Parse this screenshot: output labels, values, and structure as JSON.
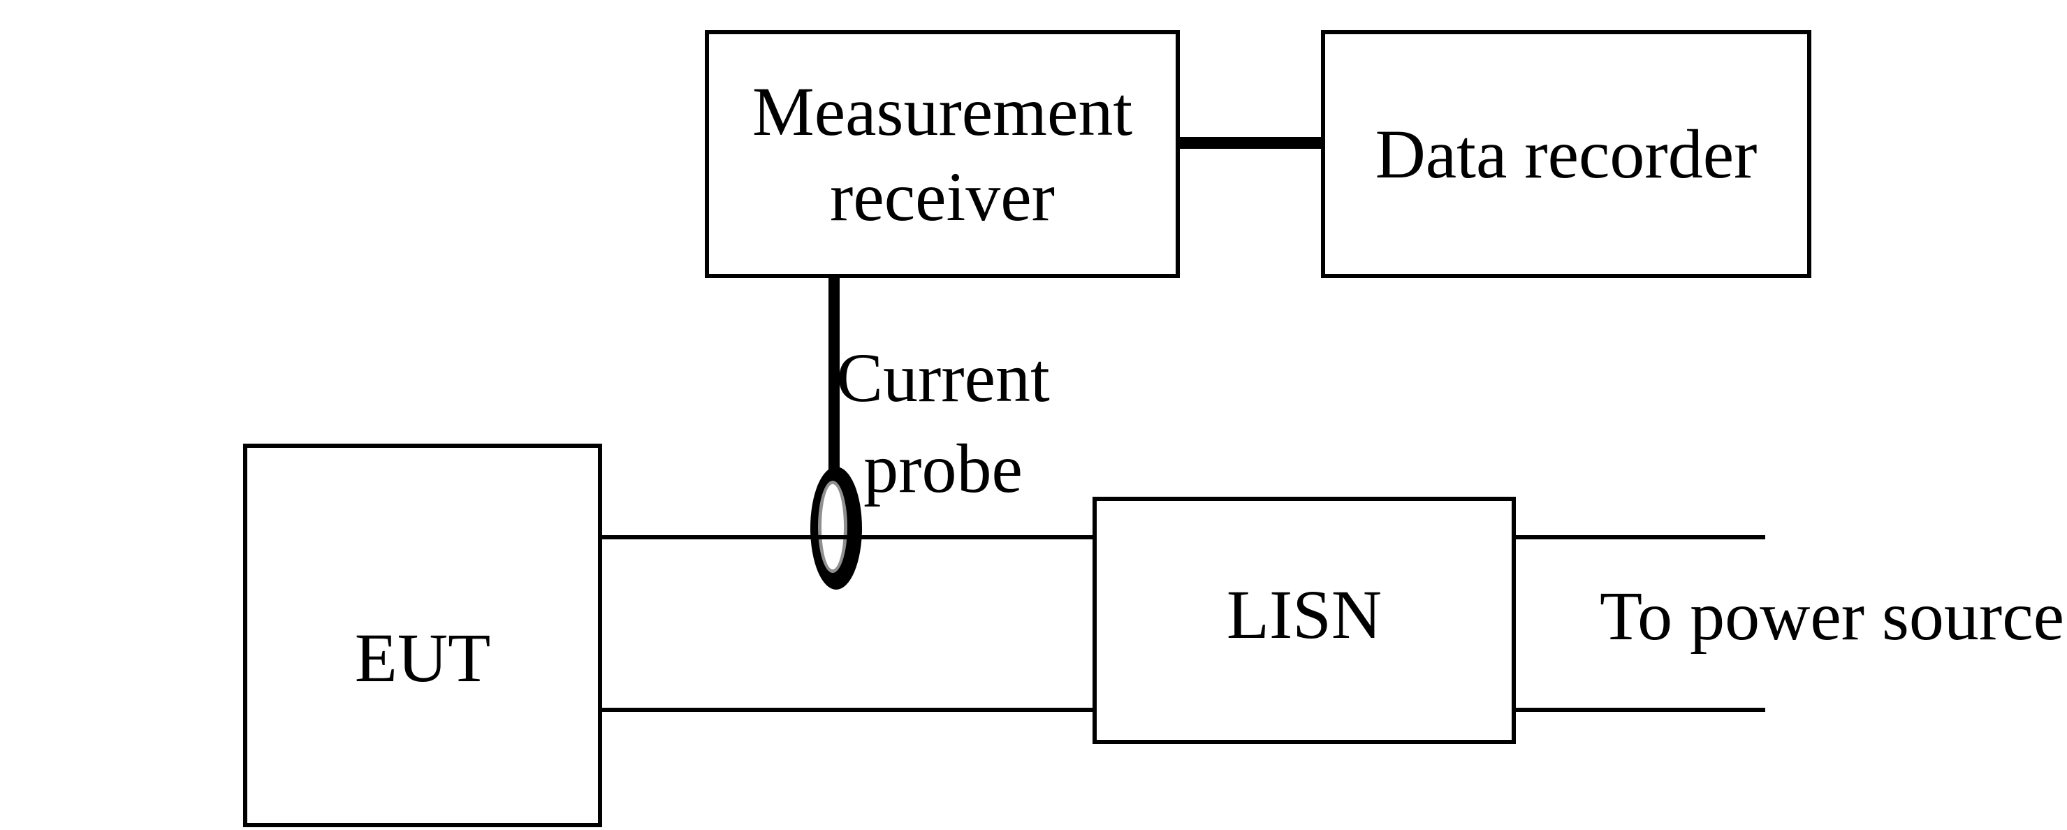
{
  "colors": {
    "background": "#ffffff",
    "line": "#000000",
    "probe_ring_gray": "#8f8f8f"
  },
  "boxes": {
    "measurement_receiver": {
      "line1": "Measurement",
      "line2": "receiver"
    },
    "data_recorder": {
      "label": "Data recorder"
    },
    "eut": {
      "label": "EUT"
    },
    "lisn": {
      "label": "LISN"
    }
  },
  "labels": {
    "current_probe": {
      "line1": "Current",
      "line2": "probe"
    },
    "to_power_source": {
      "label": "To power source"
    }
  },
  "connections": [
    {
      "from": "Measurement receiver",
      "to": "Data recorder",
      "style": "thick",
      "wires": 1
    },
    {
      "from": "Measurement receiver",
      "to": "Current probe",
      "style": "thick",
      "wires": 1
    },
    {
      "from": "EUT",
      "to": "LISN",
      "style": "thin",
      "wires": 2
    },
    {
      "from": "LISN",
      "to": "power source",
      "style": "thin",
      "wires": 2
    }
  ]
}
